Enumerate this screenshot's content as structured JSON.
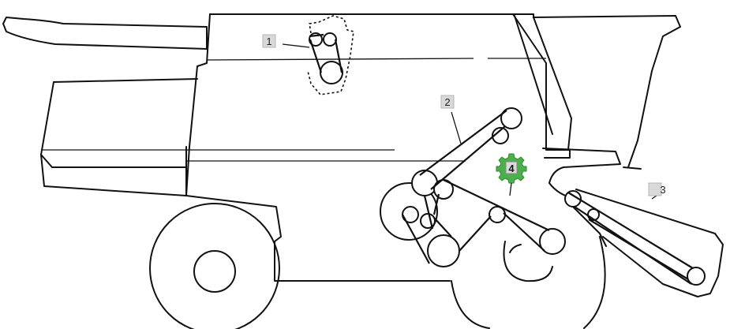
{
  "callouts": [
    {
      "id": "1",
      "label": "1"
    },
    {
      "id": "2",
      "label": "2"
    },
    {
      "id": "3",
      "label": "3"
    },
    {
      "id": "4",
      "label": "4",
      "highlighted": true
    }
  ],
  "colors": {
    "line": "#111111",
    "callout_box": "#d9d9d9",
    "highlight_gear": "#4cae4c"
  },
  "icons": {
    "highlight": "gear-icon"
  }
}
